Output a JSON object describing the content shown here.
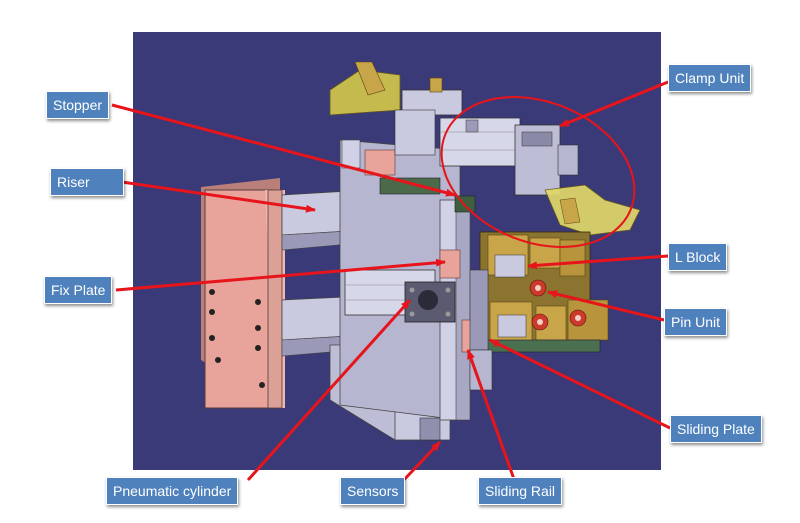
{
  "labels": {
    "stopper": "Stopper",
    "riser": "Riser",
    "fix_plate": "Fix Plate",
    "clamp_unit": "Clamp Unit",
    "l_block": "L Block",
    "pin_unit": "Pin Unit",
    "sliding_plate": "Sliding Plate",
    "pneumatic_cylinder": "Pneumatic  cylinder",
    "sensors": "Sensors",
    "sliding_rail": "Sliding Rail"
  },
  "colors": {
    "label_bg": "#4f81bd",
    "label_text": "#ffffff",
    "arrow": "#e8141b",
    "viewport_bg": "#3a3a78",
    "base_plate": "#e8a49a",
    "steel": "#c9c9e0",
    "brass": "#c9a54a",
    "clamp_yellow": "#d4c84a"
  }
}
